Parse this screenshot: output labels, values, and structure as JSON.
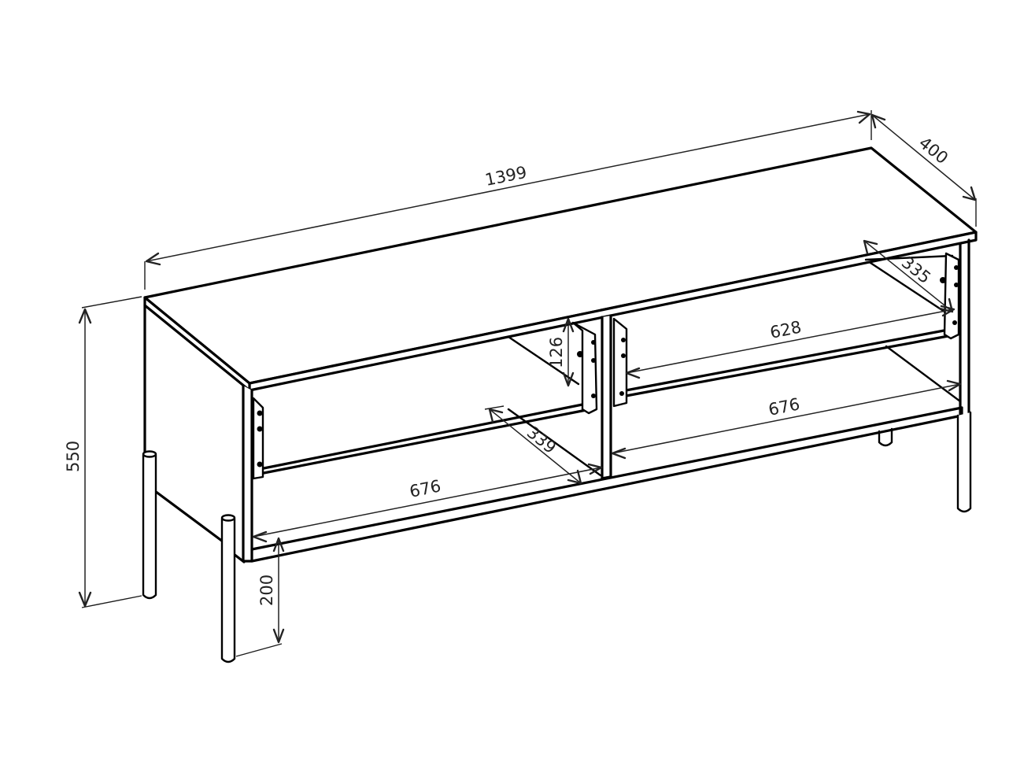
{
  "drawing": {
    "subject": "TV stand / low sideboard with two open compartments, shelves and metal legs",
    "units": "mm",
    "line_color": "#000000",
    "background": "#ffffff"
  },
  "dimensions": {
    "overall_width": "1399",
    "overall_depth": "400",
    "overall_height": "550",
    "leg_height": "200",
    "shelf_height": "126",
    "left_inner_depth": "339",
    "right_inner_depth": "335",
    "left_inner_width": "676",
    "right_inner_width": "676",
    "shelf_width": "628"
  }
}
